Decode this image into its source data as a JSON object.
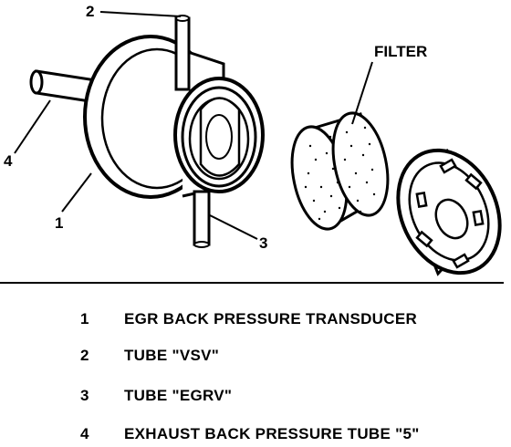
{
  "callouts": {
    "filter": "FILTER",
    "n1": "1",
    "n2": "2",
    "n3": "3",
    "n4": "4"
  },
  "legend": [
    {
      "num": "1",
      "text": "EGR BACK PRESSURE TRANSDUCER"
    },
    {
      "num": "2",
      "text": "TUBE \"VSV\""
    },
    {
      "num": "3",
      "text": "TUBE \"EGRV\""
    },
    {
      "num": "4",
      "text": "EXHAUST BACK PRESSURE TUBE \"5\""
    }
  ]
}
